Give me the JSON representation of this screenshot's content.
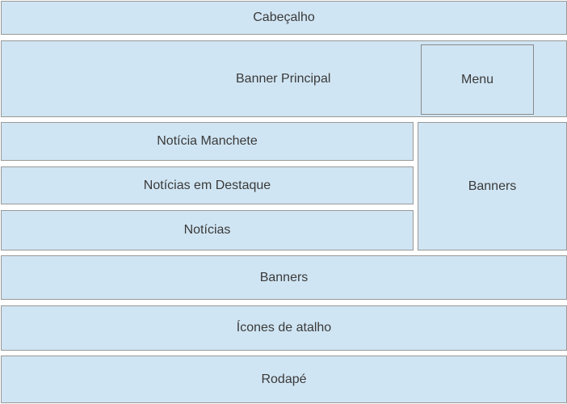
{
  "header": {
    "label": "Cabeçalho"
  },
  "banner_principal": {
    "label": "Banner Principal"
  },
  "menu": {
    "label": "Menu"
  },
  "noticia_manchete": {
    "label": "Notícia Manchete"
  },
  "noticias_destaque": {
    "label": "Notícias em Destaque"
  },
  "noticias": {
    "label": "Notícias"
  },
  "banners_side": {
    "label": "Banners"
  },
  "banners_wide": {
    "label": "Banners"
  },
  "icones_atalho": {
    "label": "Ícones de atalho"
  },
  "rodape": {
    "label": "Rodapé"
  },
  "colors": {
    "box_fill": "#d0e5f3",
    "box_border": "#999999",
    "text": "#3a3a3a"
  }
}
